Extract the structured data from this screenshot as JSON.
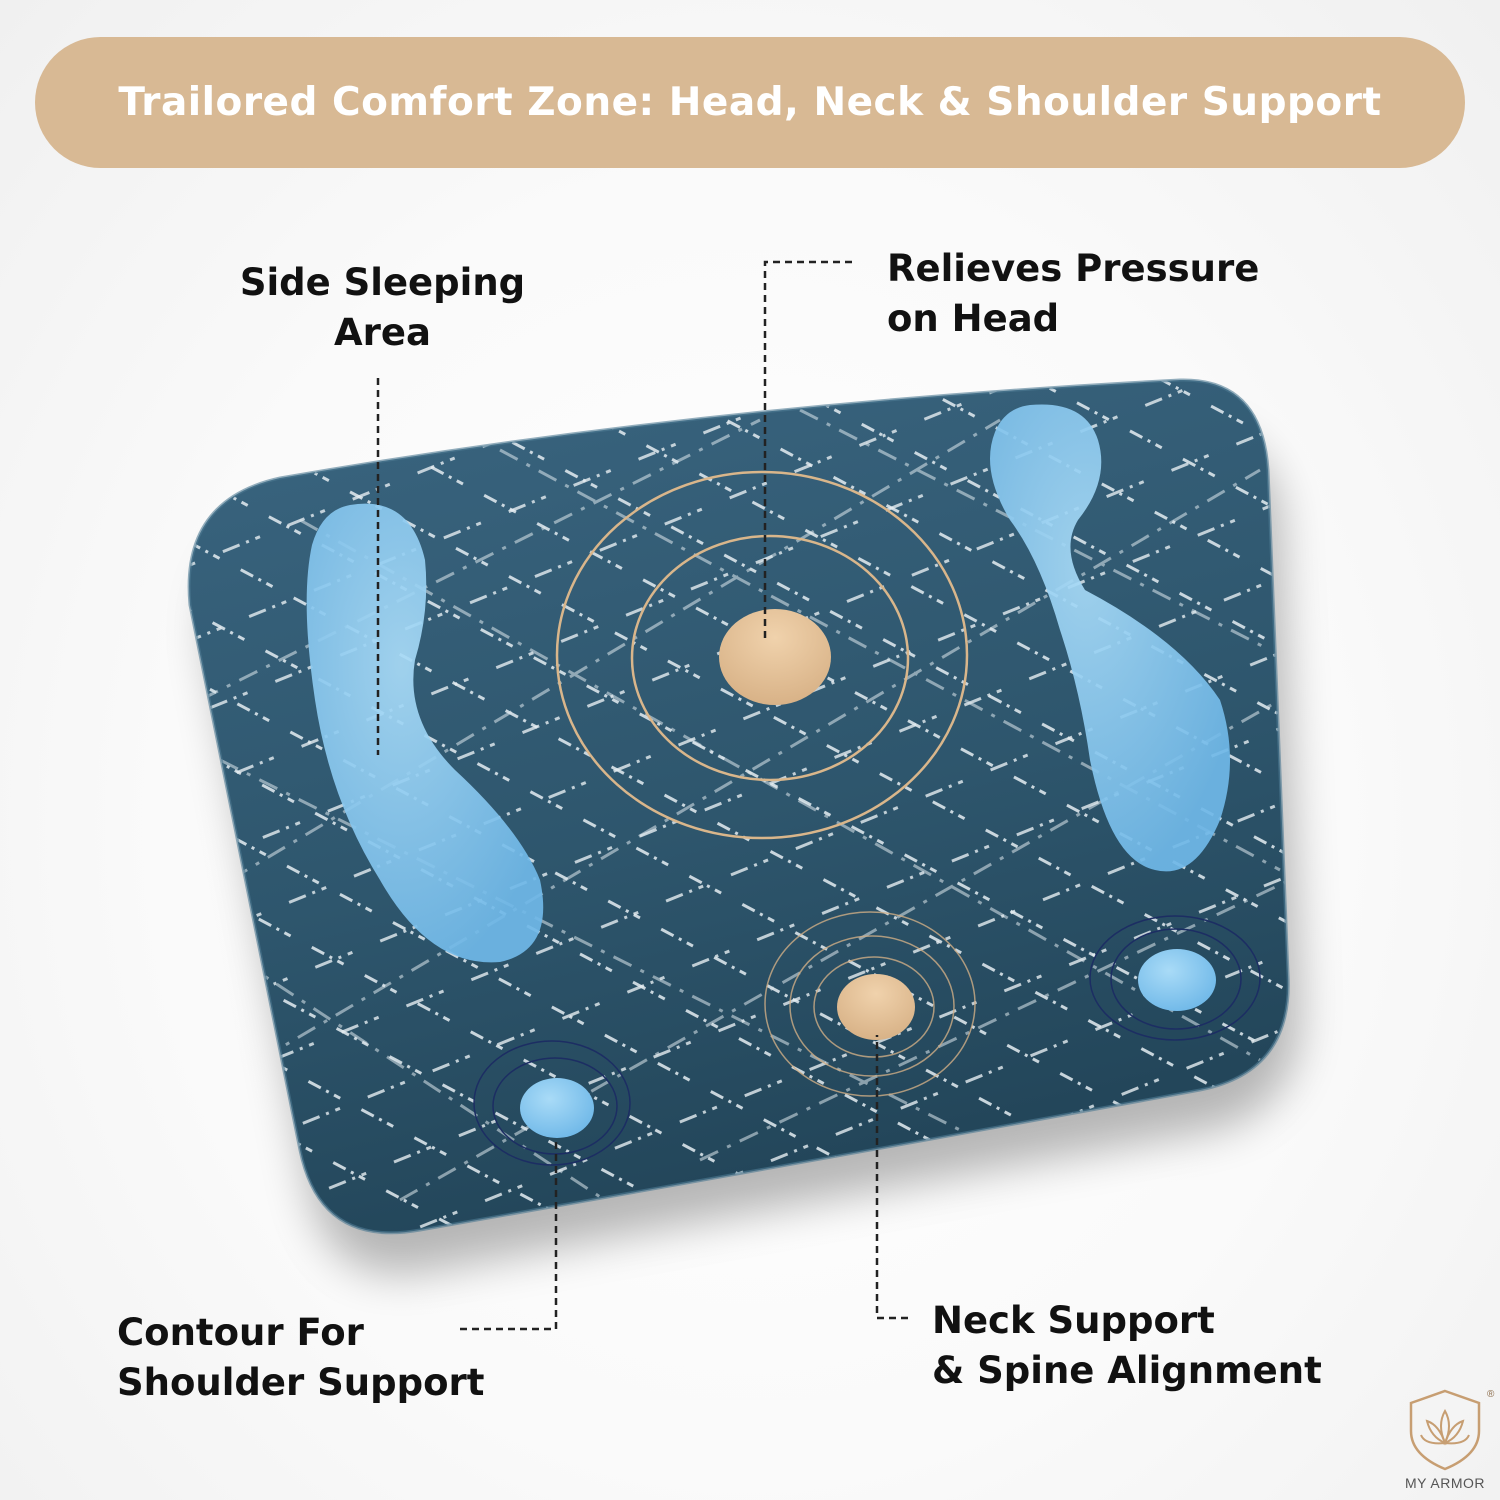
{
  "banner": {
    "title": "Trailored Comfort Zone: Head, Neck & Shoulder Support"
  },
  "callouts": {
    "side_sleeping": {
      "line1": "Side Sleeping",
      "line2": "Area"
    },
    "head_pressure": {
      "line1": "Relieves Pressure",
      "line2": "on Head"
    },
    "shoulder_contour": {
      "line1": "Contour For",
      "line2": "Shoulder Support"
    },
    "neck_support": {
      "line1": "Neck Support",
      "line2": "& Spine Alignment"
    }
  },
  "brand": {
    "name": "MY ARMOR",
    "registered_mark": "®"
  },
  "colors": {
    "banner": "#d8b994",
    "pillow": "#2f5870",
    "zone_blue": "#7cc0ec",
    "zone_tan": "#e0bc90",
    "leader_line": "#222222"
  }
}
